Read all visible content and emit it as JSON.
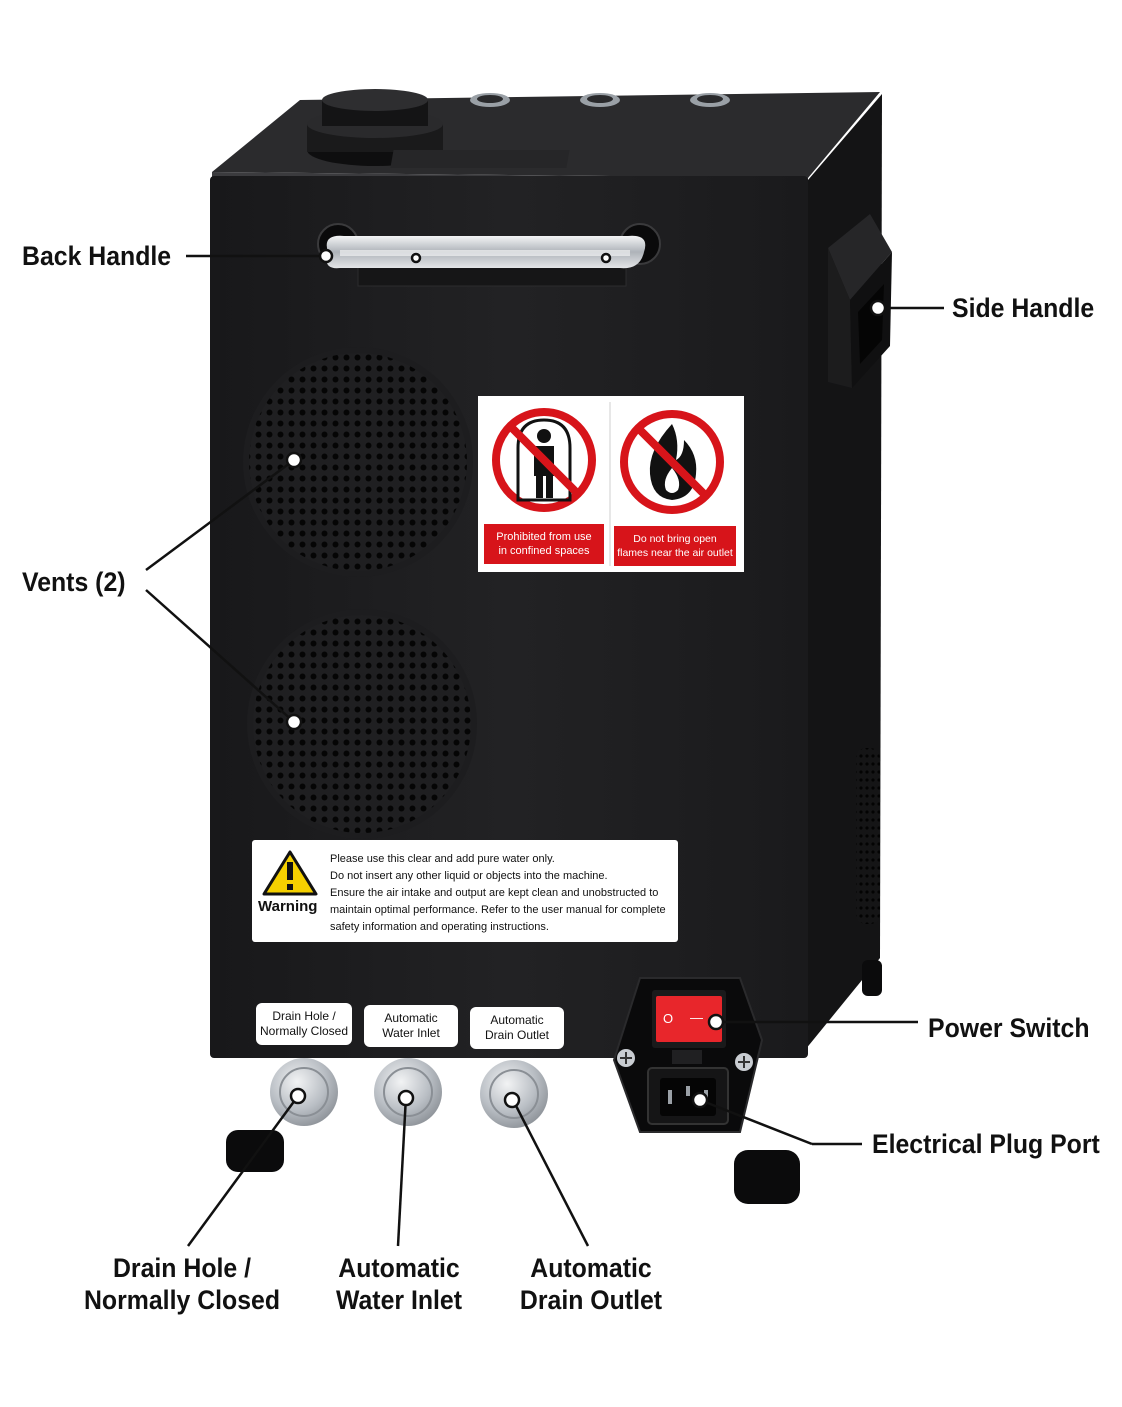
{
  "callouts": {
    "back_handle": "Back Handle",
    "side_handle": "Side Handle",
    "vents": "Vents (2)",
    "power_switch": "Power Switch",
    "electrical_plug_port": "Electrical Plug Port",
    "drain_hole_line1": "Drain Hole /",
    "drain_hole_line2": "Normally Closed",
    "water_inlet_line1": "Automatic",
    "water_inlet_line2": "Water Inlet",
    "drain_outlet_line1": "Automatic",
    "drain_outlet_line2": "Drain Outlet"
  },
  "signs": {
    "confined_line1": "Prohibited from use",
    "confined_line2": "in confined spaces",
    "flames_line1": "Do not bring open",
    "flames_line2": "flames near the air outlet"
  },
  "warning_label": {
    "heading": "Warning",
    "lines": [
      "Please use this clear and add pure water only.",
      "Do not insert any other liquid or objects into the machine.",
      "Ensure the air intake and output are kept clean and unobstructed to",
      "maintain optimal performance. Refer to the user manual for complete",
      "safety information and operating instructions."
    ]
  },
  "port_plates": {
    "drain_hole_line1": "Drain Hole /",
    "drain_hole_line2": "Normally Closed",
    "water_inlet_line1": "Automatic",
    "water_inlet_line2": "Water Inlet",
    "drain_outlet_line1": "Automatic",
    "drain_outlet_line2": "Drain Outlet"
  },
  "switch_marks": {
    "off": "O",
    "on": "—"
  },
  "colors": {
    "body": "#1d1d1f",
    "body_side": "#141415",
    "top": "#2a2a2c",
    "sign_red": "#d7141a",
    "switch_red": "#e8262b",
    "warning_yellow": "#f5d000",
    "steel": "#c9cdd2"
  }
}
